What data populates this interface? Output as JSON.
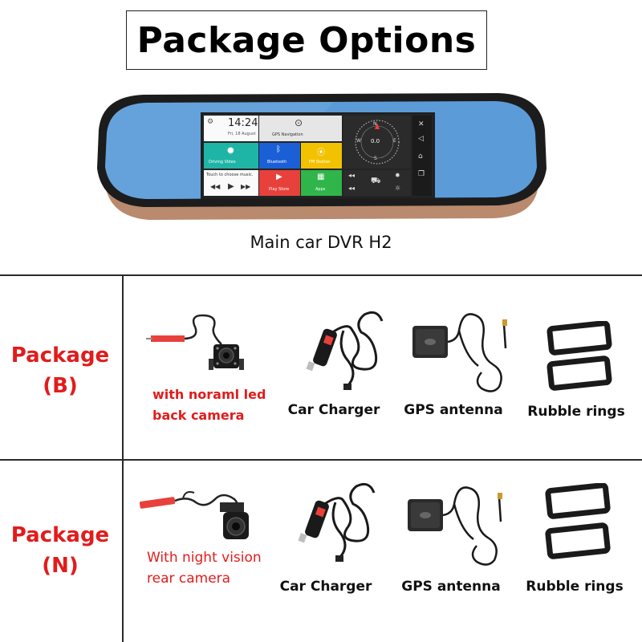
{
  "title": "Package Options",
  "main": {
    "caption": "Main car DVR H2",
    "screen": {
      "time": "14:24",
      "date": "Fri, 18 August",
      "nav_label": "GPS Navigation",
      "tiles": [
        "Driving Video",
        "Bluetooth",
        "FM Station",
        "Play Store",
        "Apps"
      ],
      "music_label": "Touch to choose music.",
      "compass_value": "0.0",
      "compass_letters": [
        "N",
        "S",
        "W",
        "E"
      ],
      "colors": {
        "teal": "#1fb5a6",
        "blue": "#1a5fd6",
        "yellow": "#f2c200",
        "red": "#e8413c",
        "green": "#2fb54a",
        "bezel": "#1c1c1c",
        "glass": "#5b9bd8"
      }
    }
  },
  "packages": [
    {
      "label_line1": "Package",
      "label_line2": "(B)",
      "camera_desc_line1": "with noraml led",
      "camera_desc_line2": "back camera",
      "items": [
        "Car Charger",
        "GPS antenna",
        "Rubble rings"
      ]
    },
    {
      "label_line1": "Package",
      "label_line2": "(N)",
      "camera_desc_line1": "With night vision",
      "camera_desc_line2": "rear camera",
      "items": [
        "Car Charger",
        "GPS antenna",
        "Rubble rings"
      ]
    }
  ],
  "accent_color": "#e11c1c"
}
